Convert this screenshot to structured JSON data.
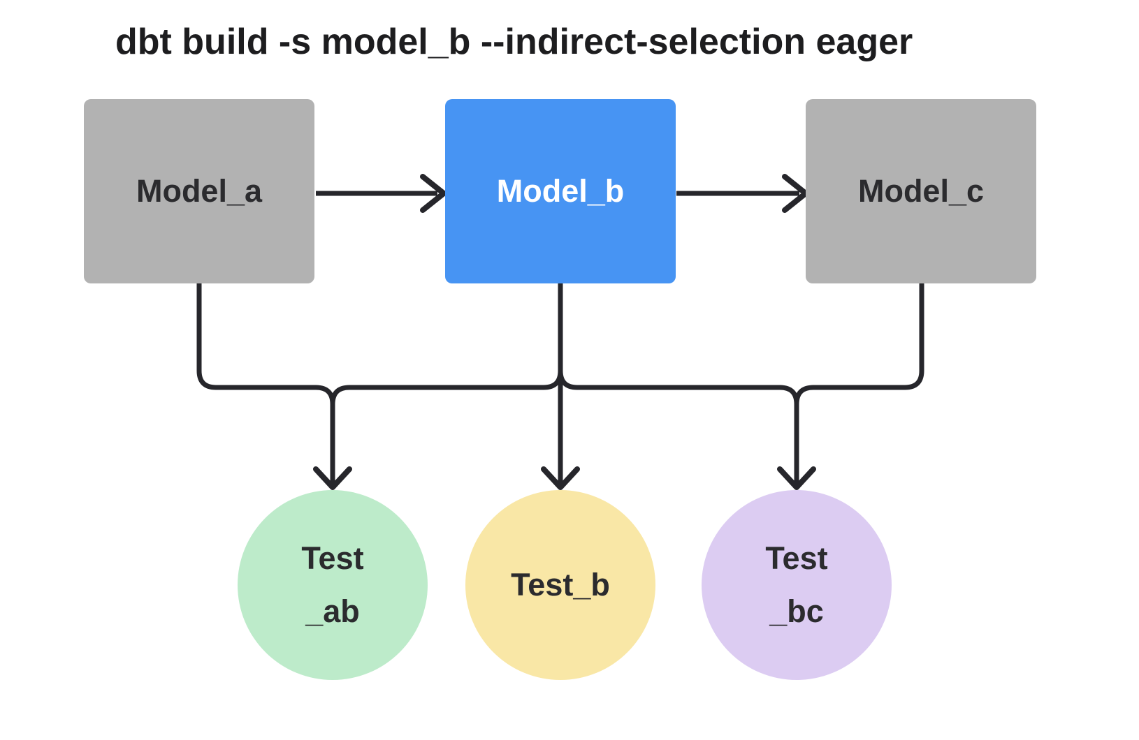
{
  "title": "dbt build -s model_b --indirect-selection eager",
  "colors": {
    "line": "#26262b",
    "model_default_bg": "#b2b2b2",
    "model_selected_bg": "#4794f3",
    "test_ab_bg": "#bdebca",
    "test_b_bg": "#f9e7a6",
    "test_bc_bg": "#dcccf2"
  },
  "models": [
    {
      "id": "model_a",
      "label": "Model_a",
      "selected": false
    },
    {
      "id": "model_b",
      "label": "Model_b",
      "selected": true
    },
    {
      "id": "model_c",
      "label": "Model_c",
      "selected": false
    }
  ],
  "tests": [
    {
      "id": "test_ab",
      "lines": [
        "Test",
        "_ab"
      ]
    },
    {
      "id": "test_b",
      "lines": [
        "Test_b"
      ]
    },
    {
      "id": "test_bc",
      "lines": [
        "Test",
        "_bc"
      ]
    }
  ],
  "edges": [
    "model_a -> model_b",
    "model_b -> model_c",
    "model_a -> test_ab",
    "model_b -> test_ab",
    "model_b -> test_b",
    "model_b -> test_bc",
    "model_c -> test_bc"
  ]
}
